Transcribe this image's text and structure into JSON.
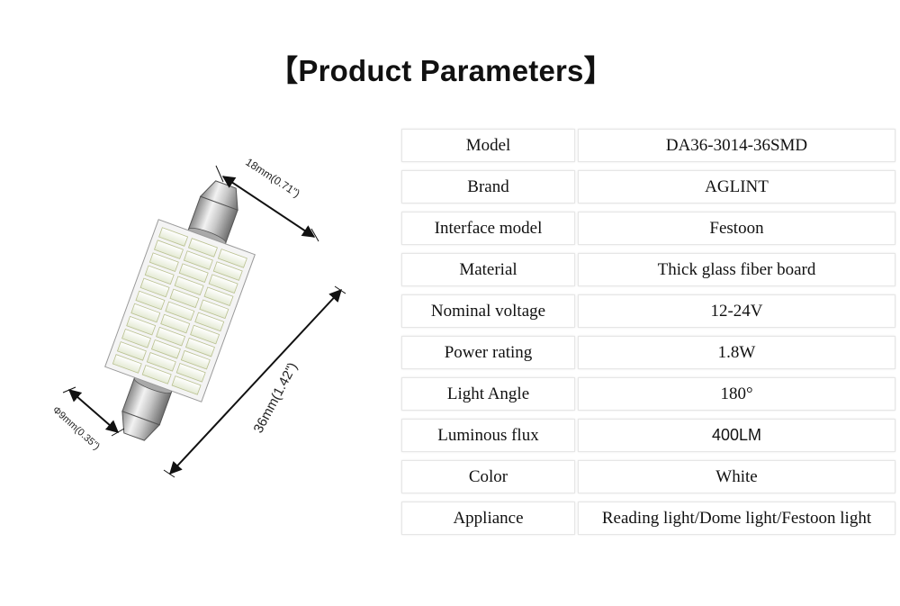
{
  "title": "【Product Parameters】",
  "dimensions": {
    "width_label": "18mm(0.71\")",
    "length_label": "36mm(1.42\")",
    "diameter_label": "Φ9mm(0.35\")"
  },
  "specs": [
    {
      "label": "Model",
      "value": "DA36-3014-36SMD"
    },
    {
      "label": "Brand",
      "value": "AGLINT"
    },
    {
      "label": "Interface model",
      "value": "Festoon"
    },
    {
      "label": "Material",
      "value": "Thick glass fiber board"
    },
    {
      "label": "Nominal voltage",
      "value": "12-24V"
    },
    {
      "label": "Power rating",
      "value": "1.8W"
    },
    {
      "label": "Light Angle",
      "value": "180°"
    },
    {
      "label": "Luminous flux",
      "value": "400LM"
    },
    {
      "label": "Color",
      "value": "White"
    },
    {
      "label": "Appliance",
      "value": "Reading light/Dome light/Festoon light"
    }
  ]
}
